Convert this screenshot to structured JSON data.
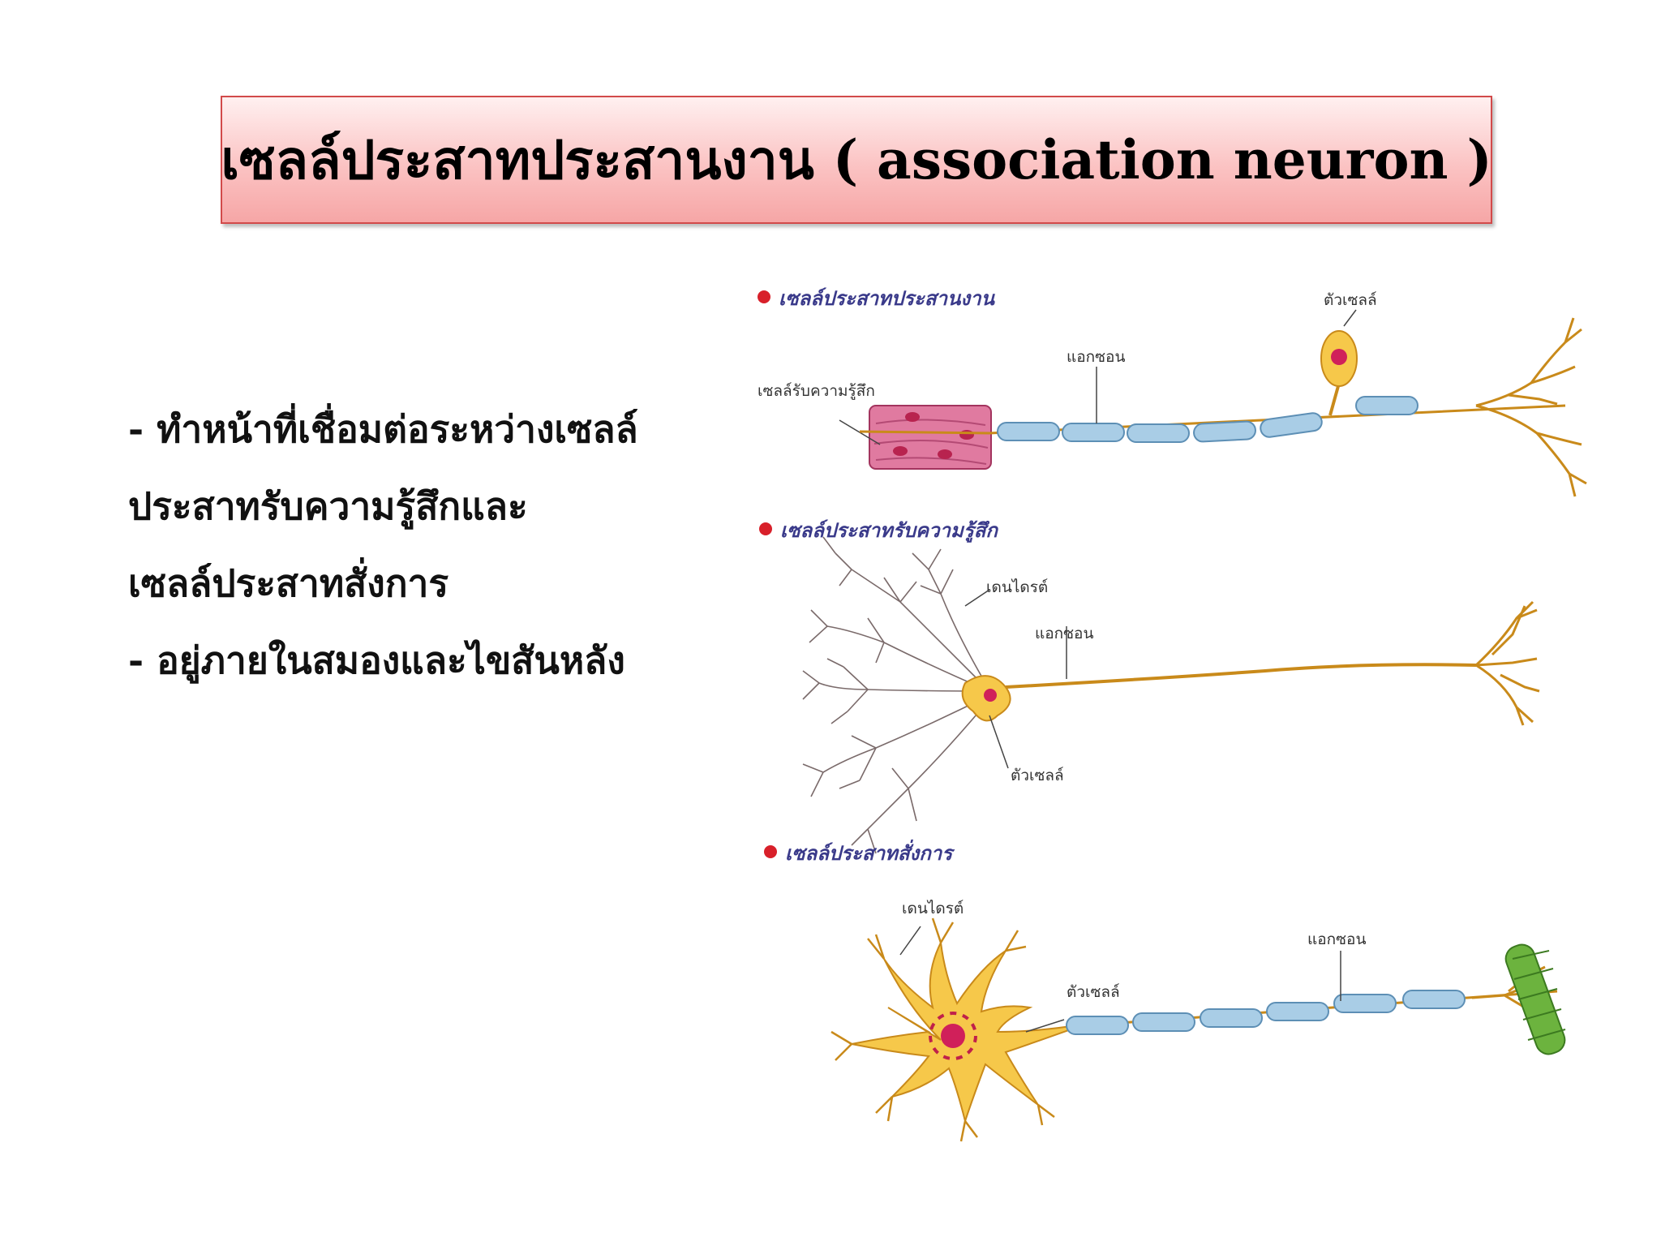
{
  "slide": {
    "title": "เซลล์ประสาทประสานงาน ( association neuron )",
    "bullets": [
      "- ทำหน้าที่เชื่อมต่อระหว่างเซลล์",
      "ประสาทรับความรู้สึกและ",
      "เซลล์ประสาทสั่งการ",
      "-  อยู่ภายในสมองและไขสันหลัง"
    ]
  },
  "figure": {
    "panel1": {
      "heading": "เซลล์ประสาทประสานงาน",
      "label_receptor": "เซลล์รับความรู้สึก",
      "label_axon": "แอกซอน",
      "label_body": "ตัวเซลล์"
    },
    "panel2": {
      "heading": "เซลล์ประสาทรับความรู้สึก",
      "label_dendrite": "เดนไดรต์",
      "label_axon": "แอกซอน",
      "label_body": "ตัวเซลล์"
    },
    "panel3": {
      "heading": "เซลล์ประสาทสั่งการ",
      "label_dendrite": "เดนไดรต์",
      "label_body": "ตัวเซลล์",
      "label_axon": "แอกซอน"
    },
    "colors": {
      "heading_bullet": "#d8202a",
      "heading_text": "#3a3a8a",
      "neuron_fill": "#f6c84a",
      "neuron_stroke": "#c98a1a",
      "nucleus": "#d0205a",
      "myelin_fill": "#a9cde6",
      "myelin_stroke": "#5d8fb5",
      "receptor_fill": "#e07aa0",
      "muscle_fill": "#6cb33e"
    }
  }
}
